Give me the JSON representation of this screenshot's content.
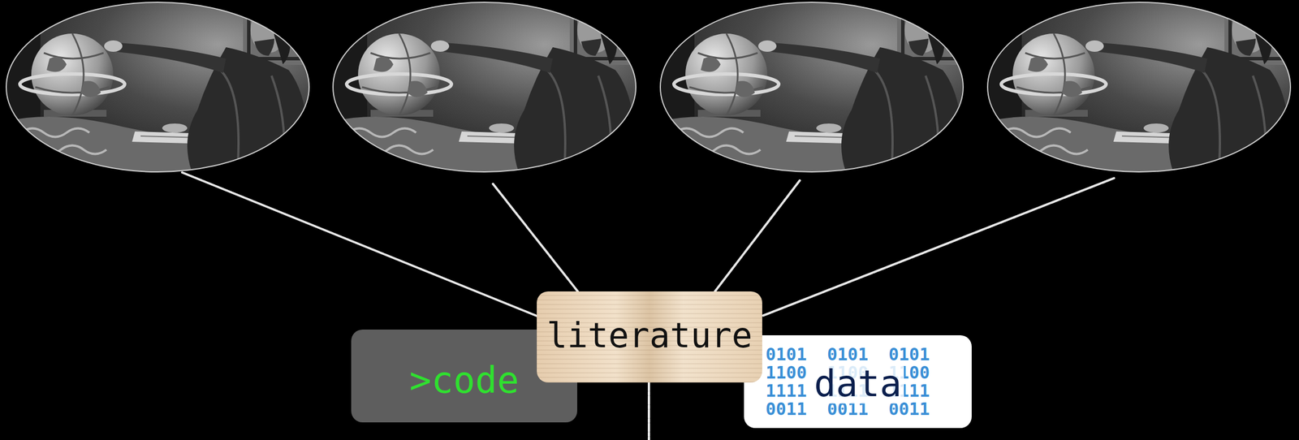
{
  "diagram": {
    "nodes": [
      {
        "text": [
          "literature"
        ]
      },
      {
        "text": [
          ">code"
        ]
      },
      {
        "text": [
          "data"
        ]
      }
    ],
    "labels": [
      "0101 1100 1111 0011",
      "0101 1100 1111 0011",
      "0101 1100 1111 0011"
    ]
  }
}
